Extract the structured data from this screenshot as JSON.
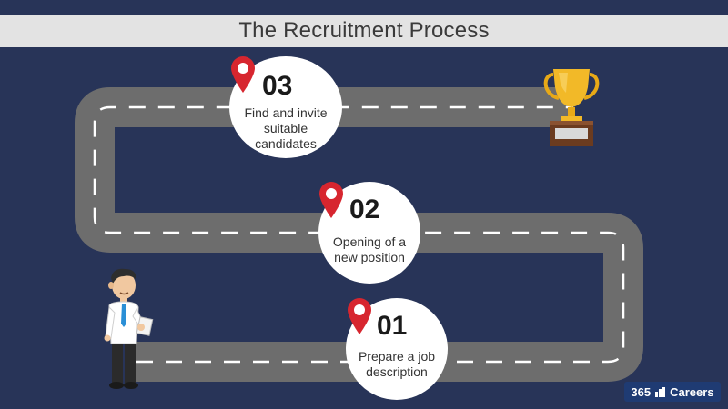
{
  "title": "The Recruitment Process",
  "steps": [
    {
      "number": "01",
      "label_line1": "Prepare a job",
      "label_line2": "description"
    },
    {
      "number": "02",
      "label_line1": "Opening of a",
      "label_line2": "new position"
    },
    {
      "number": "03",
      "label_line1": "Find and invite",
      "label_line2": "suitable",
      "label_line3": "candidates"
    }
  ],
  "brand": {
    "number": "365",
    "name": "Careers"
  },
  "colors": {
    "background": "#283458",
    "road": "#6b6b6b",
    "pin": "#d7262f",
    "title_bar": "#e3e3e3",
    "trophy": "#f0b51f"
  },
  "icons": [
    "location-pin-icon",
    "trophy-icon",
    "businessman-figure",
    "bar-chart-icon"
  ]
}
